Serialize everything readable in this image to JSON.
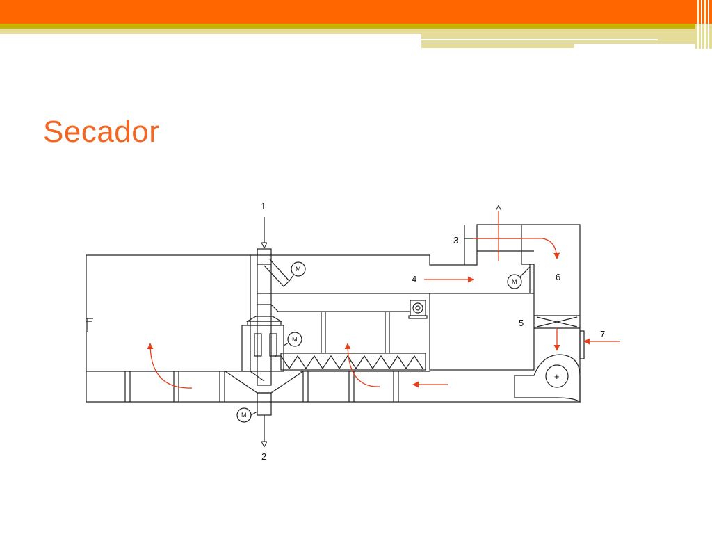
{
  "slide": {
    "title": "Secador"
  },
  "colors": {
    "banner_orange": "#FF6600",
    "banner_olive": "#C8B400",
    "banner_pale": "#E6DC9A",
    "title_orange": "#F26522",
    "flow_arrow": "#E8401C",
    "line": "#222222"
  },
  "diagram": {
    "labels": [
      "1",
      "2",
      "3",
      "4",
      "5",
      "6",
      "7"
    ],
    "motor_label": "M",
    "fan_label": "+"
  }
}
